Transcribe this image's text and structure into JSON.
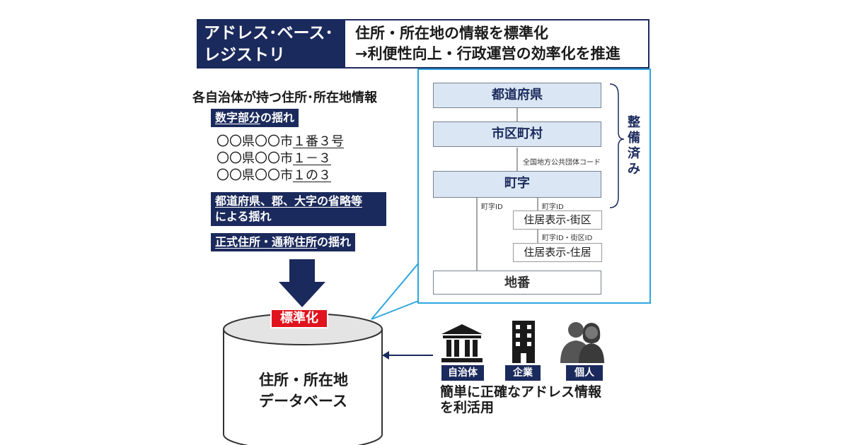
{
  "header": {
    "title_line1": "アドレス･ベース･",
    "title_line2": "レジストリ",
    "desc_line1": "住所・所在地の情報を標準化",
    "desc_line2": "→利便性向上・行政運営の効率化を推進"
  },
  "left": {
    "heading": "各自治体が持つ住所･所在地情報",
    "tag1": {
      "underlined": "数字部分",
      "rest": "の揺れ"
    },
    "examples": [
      {
        "prefix": "〇〇県〇〇市",
        "suffix": "１番３号"
      },
      {
        "prefix": "〇〇県〇〇市",
        "suffix": "１－３"
      },
      {
        "prefix": "〇〇県〇〇市",
        "suffix": "１の３"
      }
    ],
    "tag2_line1": "都道府県、郡、大字の省略等",
    "tag2_line2": "による揺れ",
    "tag3": {
      "underlined": "正式住所・通称住所",
      "rest": "の揺れ"
    }
  },
  "standardize_label": "標準化",
  "database": {
    "line1": "住所・所在地",
    "line2": "データベース"
  },
  "hierarchy": {
    "levels": [
      "都道府県",
      "市区町村",
      "町字"
    ],
    "code_note": "全国地方公共団体コード",
    "sub1": "住居表示-街区",
    "sub2": "住居表示-住居",
    "chiban": "地番",
    "id_label_left": "町字ID",
    "id_label_right": "町字ID",
    "id_label_sub": "町字ID・街区ID",
    "bracket_label": "整備済み"
  },
  "users": {
    "items": [
      {
        "label": "自治体",
        "icon": "government-building-icon"
      },
      {
        "label": "企業",
        "icon": "office-building-icon"
      },
      {
        "label": "個人",
        "icon": "people-icon"
      }
    ],
    "caption_line1": "簡単に正確なアドレス情報",
    "caption_line2": "を利活用"
  },
  "colors": {
    "navy": "#1b2a5c",
    "callout_blue": "#2ea7e0",
    "level_fill": "#dae6f3",
    "standardize_red": "#e0141e"
  }
}
